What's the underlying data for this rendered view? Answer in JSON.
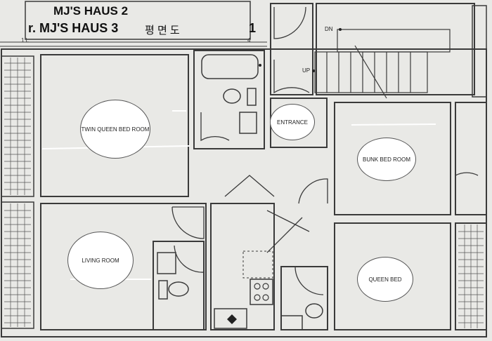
{
  "titles": {
    "line1": "MJ'S HAUS 2",
    "line2": "r. MJ'S HAUS 3",
    "line2_suffix": "평 면 도",
    "line2_num": "1"
  },
  "dimension_marks": {
    "left": "1 L",
    "right": "4"
  },
  "rooms": {
    "twin_queen": "TWIN QUEEN BED ROOM",
    "living": "LIVING ROOM",
    "entrance": "ENTRANCE",
    "bunk": "BUNK BED ROOM",
    "queen": "QUEEN BED"
  },
  "stairs": {
    "down": "DN",
    "up": "UP"
  },
  "colors": {
    "paper": "#e9e9e6",
    "line": "#3a3a3a",
    "bubble": "#ffffff"
  }
}
